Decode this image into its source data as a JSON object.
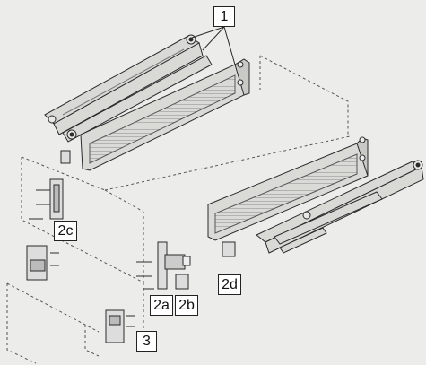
{
  "callouts": {
    "c1": "1",
    "c2a": "2a",
    "c2b": "2b",
    "c2c": "2c",
    "c2d": "2d",
    "c3": "3"
  },
  "colors": {
    "background": "#ececeb",
    "line": "#2b2b2b",
    "metal": "#d9d9d6",
    "label_fill": "#ffffff"
  }
}
